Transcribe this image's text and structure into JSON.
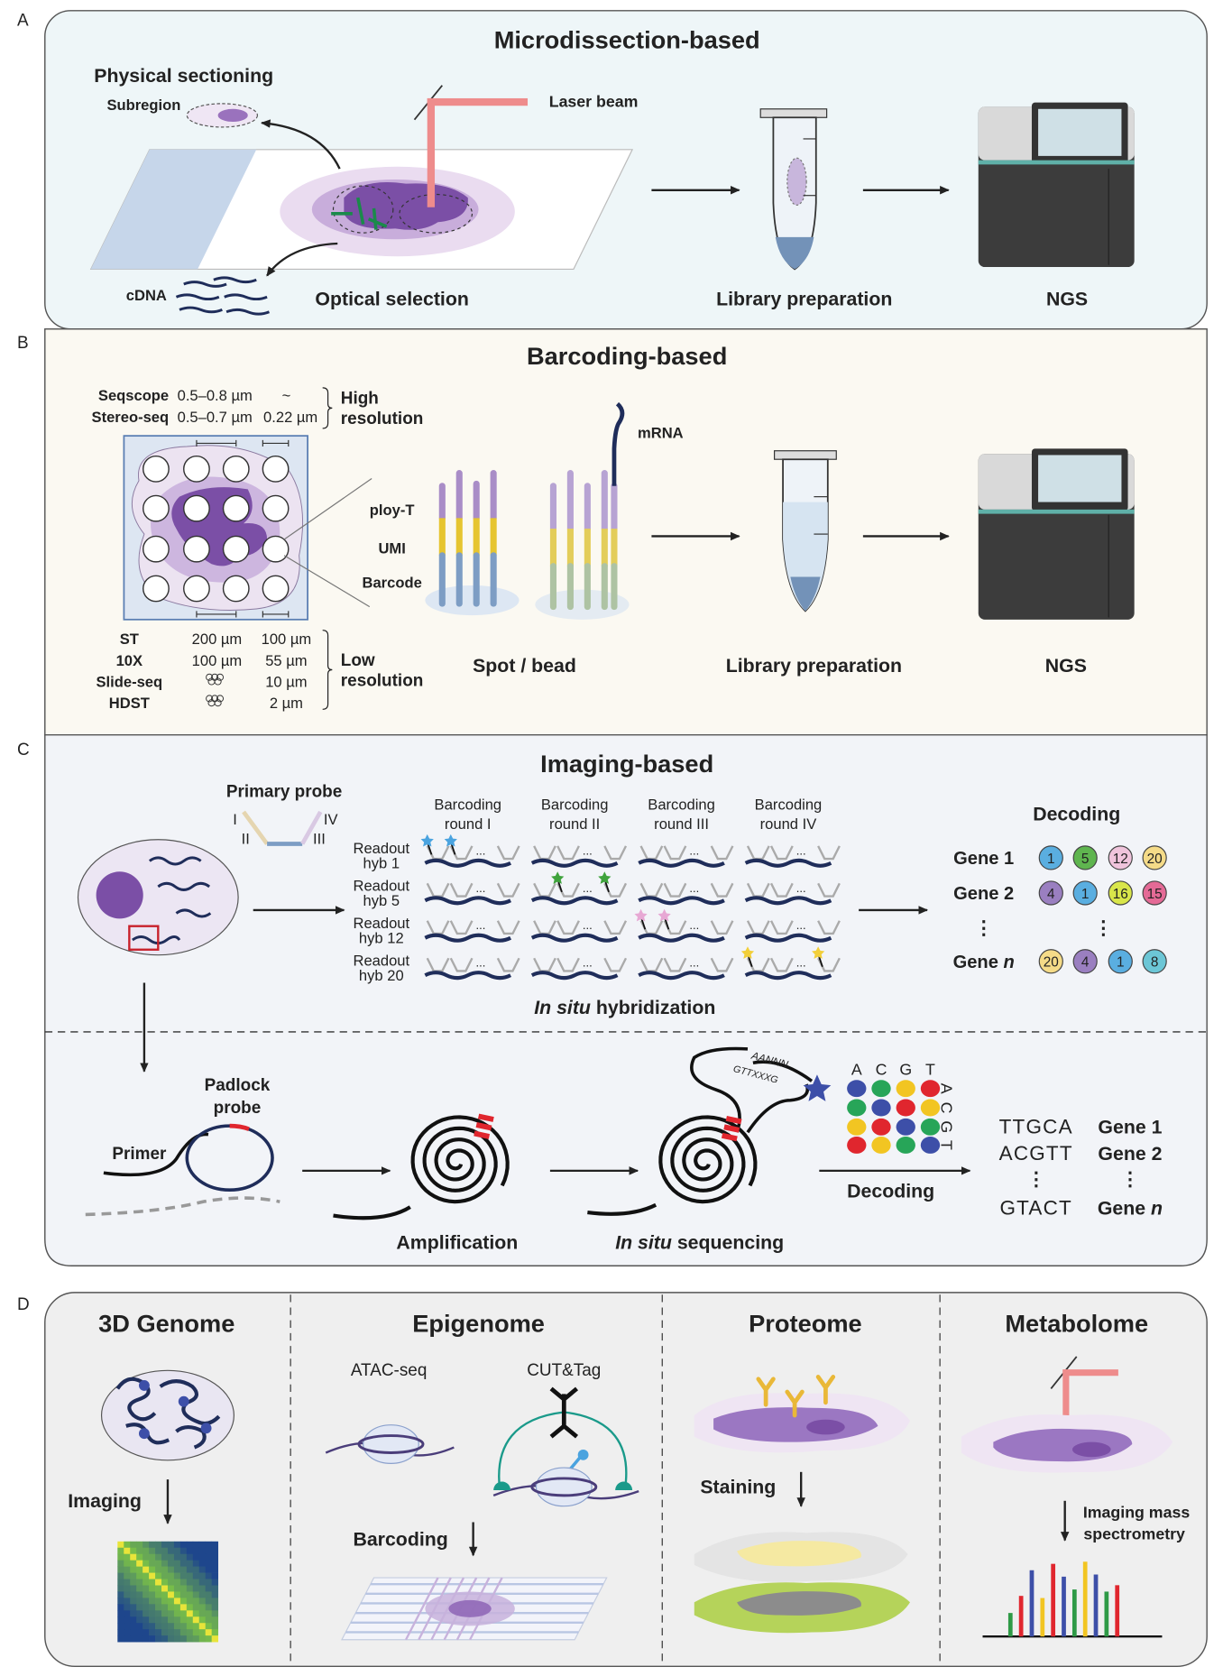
{
  "colors": {
    "panel_a_bg": "#eef6f8",
    "panel_b_bg": "#fbf9f2",
    "panel_c_bg": "#f2f4f8",
    "panel_d_bg": "#efefef",
    "tissue_purple": "#7b4fa6",
    "laser_red": "#ee8c8c",
    "navy": "#1f2d5a"
  },
  "panel_a": {
    "letter": "A",
    "title": "Microdissection-based",
    "physical_sectioning": "Physical sectioning",
    "subregion": "Subregion",
    "laser_beam": "Laser beam",
    "cdna": "cDNA",
    "optical_selection": "Optical selection",
    "library_preparation": "Library preparation",
    "ngs": "NGS"
  },
  "panel_b": {
    "letter": "B",
    "title": "Barcoding-based",
    "high_res_rows": [
      {
        "method": "Seqscope",
        "spot": "0.5–0.8 µm",
        "spacing": "~"
      },
      {
        "method": "Stereo-seq",
        "spot": "0.5–0.7 µm",
        "spacing": "0.22 µm"
      }
    ],
    "high_res_label": [
      "High",
      "resolution"
    ],
    "low_res_rows": [
      {
        "method": "ST",
        "spot": "200 µm",
        "spacing": "100 µm"
      },
      {
        "method": "10X",
        "spot": "100 µm",
        "spacing": "55 µm"
      },
      {
        "method": "Slide-seq",
        "spot": "",
        "spacing": "10 µm"
      },
      {
        "method": "HDST",
        "spot": "",
        "spacing": "2 µm"
      }
    ],
    "low_res_label": [
      "Low",
      "resolution"
    ],
    "ploy_t": "ploy-T",
    "umi": "UMI",
    "barcode": "Barcode",
    "mrna": "mRNA",
    "spot_bead": "Spot / bead",
    "library_preparation": "Library preparation",
    "ngs": "NGS",
    "segment_colors": {
      "poly_t": "#a98dc7",
      "umi": "#e6c530",
      "barcode": "#7d9dc4"
    }
  },
  "panel_c": {
    "letter": "C",
    "title": "Imaging-based",
    "primary_probe": "Primary probe",
    "probe_numerals": [
      "I",
      "II",
      "III",
      "IV"
    ],
    "rounds": [
      [
        "Barcoding",
        "round I"
      ],
      [
        "Barcoding",
        "round II"
      ],
      [
        "Barcoding",
        "round III"
      ],
      [
        "Barcoding",
        "round IV"
      ]
    ],
    "readouts": [
      [
        "Readout",
        "hyb 1"
      ],
      [
        "Readout",
        "hyb 5"
      ],
      [
        "Readout",
        "hyb 12"
      ],
      [
        "Readout",
        "hyb 20"
      ]
    ],
    "ellipsis": "...",
    "fluor_colors": [
      "#4aa3df",
      "#3fa33c",
      "#e7a8d4",
      "#f2cf3a"
    ],
    "ish_label": {
      "italic": "In situ",
      "rest": " hybridization"
    },
    "decoding_title": "Decoding",
    "genes": [
      {
        "name": "Gene 1",
        "italic": "",
        "codes": [
          {
            "n": "1",
            "color": "#5aaee0"
          },
          {
            "n": "5",
            "color": "#5fb54f"
          },
          {
            "n": "12",
            "color": "#f0c4dc"
          },
          {
            "n": "20",
            "color": "#f5db88"
          }
        ]
      },
      {
        "name": "Gene 2",
        "italic": "",
        "codes": [
          {
            "n": "4",
            "color": "#9a7fc0"
          },
          {
            "n": "1",
            "color": "#5aaee0"
          },
          {
            "n": "16",
            "color": "#d9e64a"
          },
          {
            "n": "15",
            "color": "#e46a96"
          }
        ]
      },
      {
        "name": "Gene ",
        "italic": "n",
        "codes": [
          {
            "n": "20",
            "color": "#f5db88"
          },
          {
            "n": "4",
            "color": "#9a7fc0"
          },
          {
            "n": "1",
            "color": "#5aaee0"
          },
          {
            "n": "8",
            "color": "#6cc6d6"
          }
        ]
      }
    ],
    "vdots": "⋮",
    "padlock_probe": [
      "Padlock",
      "probe"
    ],
    "primer": "Primer",
    "amplification": "Amplification",
    "in_situ_sequencing": {
      "italic": "In situ",
      "rest": " sequencing"
    },
    "seq_top": "AANNN",
    "seq_bottom": "GTTXXXG",
    "bases": [
      "A",
      "C",
      "G",
      "T"
    ],
    "base_grid": [
      [
        "#3d4fa8",
        "#27a558",
        "#f2c522",
        "#e0262e"
      ],
      [
        "#27a558",
        "#3d4fa8",
        "#e0262e",
        "#f2c522"
      ],
      [
        "#f2c522",
        "#e0262e",
        "#3d4fa8",
        "#27a558"
      ],
      [
        "#e0262e",
        "#f2c522",
        "#27a558",
        "#3d4fa8"
      ]
    ],
    "decoding_label": "Decoding",
    "sequences": [
      {
        "seq": "TTGCA",
        "gene": "Gene 1",
        "italic": ""
      },
      {
        "seq": "ACGTT",
        "gene": "Gene 2",
        "italic": ""
      },
      {
        "seq": "GTACT",
        "gene": "Gene ",
        "italic": "n"
      }
    ]
  },
  "panel_d": {
    "letter": "D",
    "genome_3d": {
      "title": "3D Genome",
      "step": "Imaging"
    },
    "epigenome": {
      "title": "Epigenome",
      "atac": "ATAC-seq",
      "cut_tag": "CUT&Tag",
      "step": "Barcoding"
    },
    "proteome": {
      "title": "Proteome",
      "step": "Staining"
    },
    "metabolome": {
      "title": "Metabolome",
      "step": [
        "Imaging mass",
        "spectrometry"
      ]
    },
    "spectrum_colors": [
      "#2e9a46",
      "#e0262e",
      "#3d4fa8",
      "#f2c522",
      "#e0262e",
      "#3d4fa8",
      "#2e9a46",
      "#f2c522",
      "#3d4fa8",
      "#2e9a46",
      "#e0262e"
    ]
  }
}
